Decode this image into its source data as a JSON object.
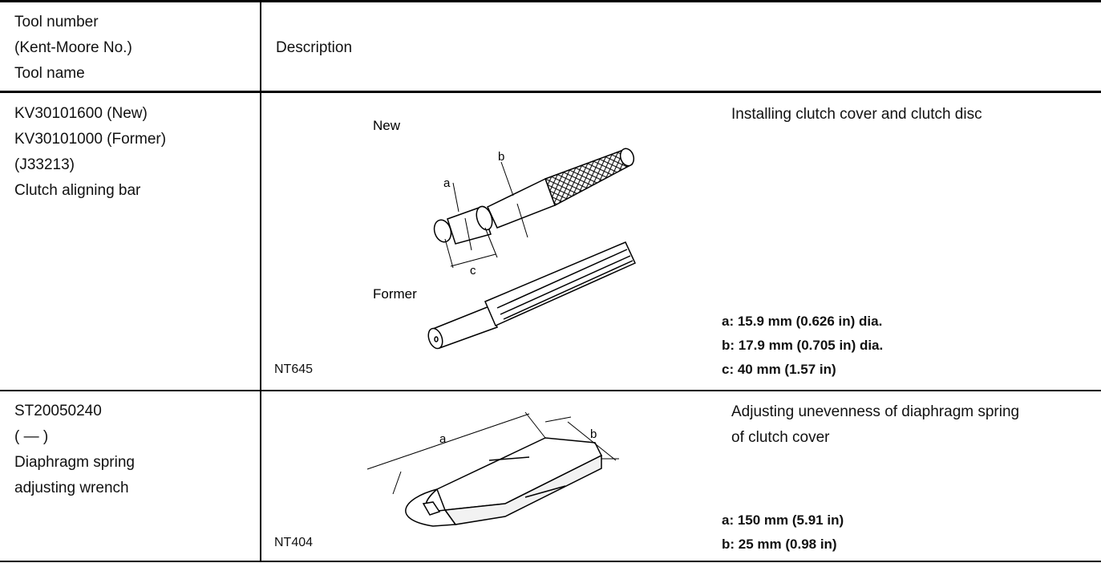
{
  "header": {
    "col1_lines": [
      "Tool number",
      "(Kent-Moore No.)",
      "Tool name"
    ],
    "col2": "Description"
  },
  "rows": [
    {
      "tool_lines": [
        "KV30101600 (New)",
        "KV30101000 (Former)",
        "(J33213)",
        "Clutch aligning bar"
      ],
      "figure_id": "NT645",
      "labels": {
        "new": "New",
        "former": "Former",
        "a": "a",
        "b": "b",
        "c": "c"
      },
      "description": "Installing clutch cover and clutch disc",
      "specs": [
        "a: 15.9 mm (0.626 in) dia.",
        "b: 17.9 mm (0.705 in) dia.",
        "c: 40 mm (1.57 in)"
      ]
    },
    {
      "tool_lines": [
        "ST20050240",
        "(     —     )",
        "Diaphragm spring",
        "adjusting wrench"
      ],
      "figure_id": "NT404",
      "labels": {
        "a": "a",
        "b": "b"
      },
      "description_lines": [
        "Adjusting unevenness of diaphragm spring",
        "of clutch cover"
      ],
      "specs": [
        "a: 150 mm (5.91 in)",
        "b: 25 mm (0.98 in)"
      ]
    }
  ]
}
